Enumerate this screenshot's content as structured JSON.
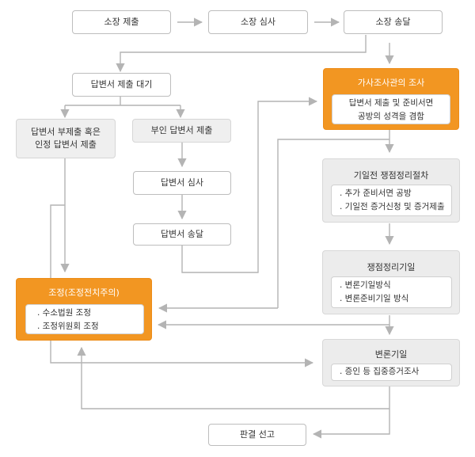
{
  "nodes": {
    "complaint_filing": "소장 제출",
    "complaint_review": "소장 심사",
    "complaint_service": "소장 송달",
    "answer_wait": "답변서 제출 대기",
    "no_answer": [
      "답변서 부제출 혹은",
      "인정 답변서 제출"
    ],
    "denial_answer": "부인 답변서 제출",
    "answer_review": "답변서 심사",
    "answer_service": "답변서 송달",
    "family_investigation": {
      "title": "가사조사관의 조사",
      "items": [
        "답변서 제출 및 준비서면",
        "공방의 성격을 겸함"
      ]
    },
    "pretrial_issue": {
      "title": "기일전 쟁점정리절차",
      "items": [
        ". 추가 준비서면 공방",
        ". 기일전 증거신청 및 증거제출"
      ]
    },
    "issue_hearing": {
      "title": "쟁점정리기일",
      "items": [
        ". 변론기일방식",
        ". 변론준비기일 방식"
      ]
    },
    "mediation": {
      "title": "조정(조정전치주의)",
      "items": [
        ". 수소법원 조정",
        ". 조정위원회 조정"
      ]
    },
    "pleading": {
      "title": "변론기일",
      "items": [
        ". 증인 등 집중증거조사"
      ]
    },
    "judgment": "판결 선고"
  },
  "colors": {
    "accent": "#f29622",
    "line": "#b4b4b4",
    "panel": "#ececec"
  }
}
